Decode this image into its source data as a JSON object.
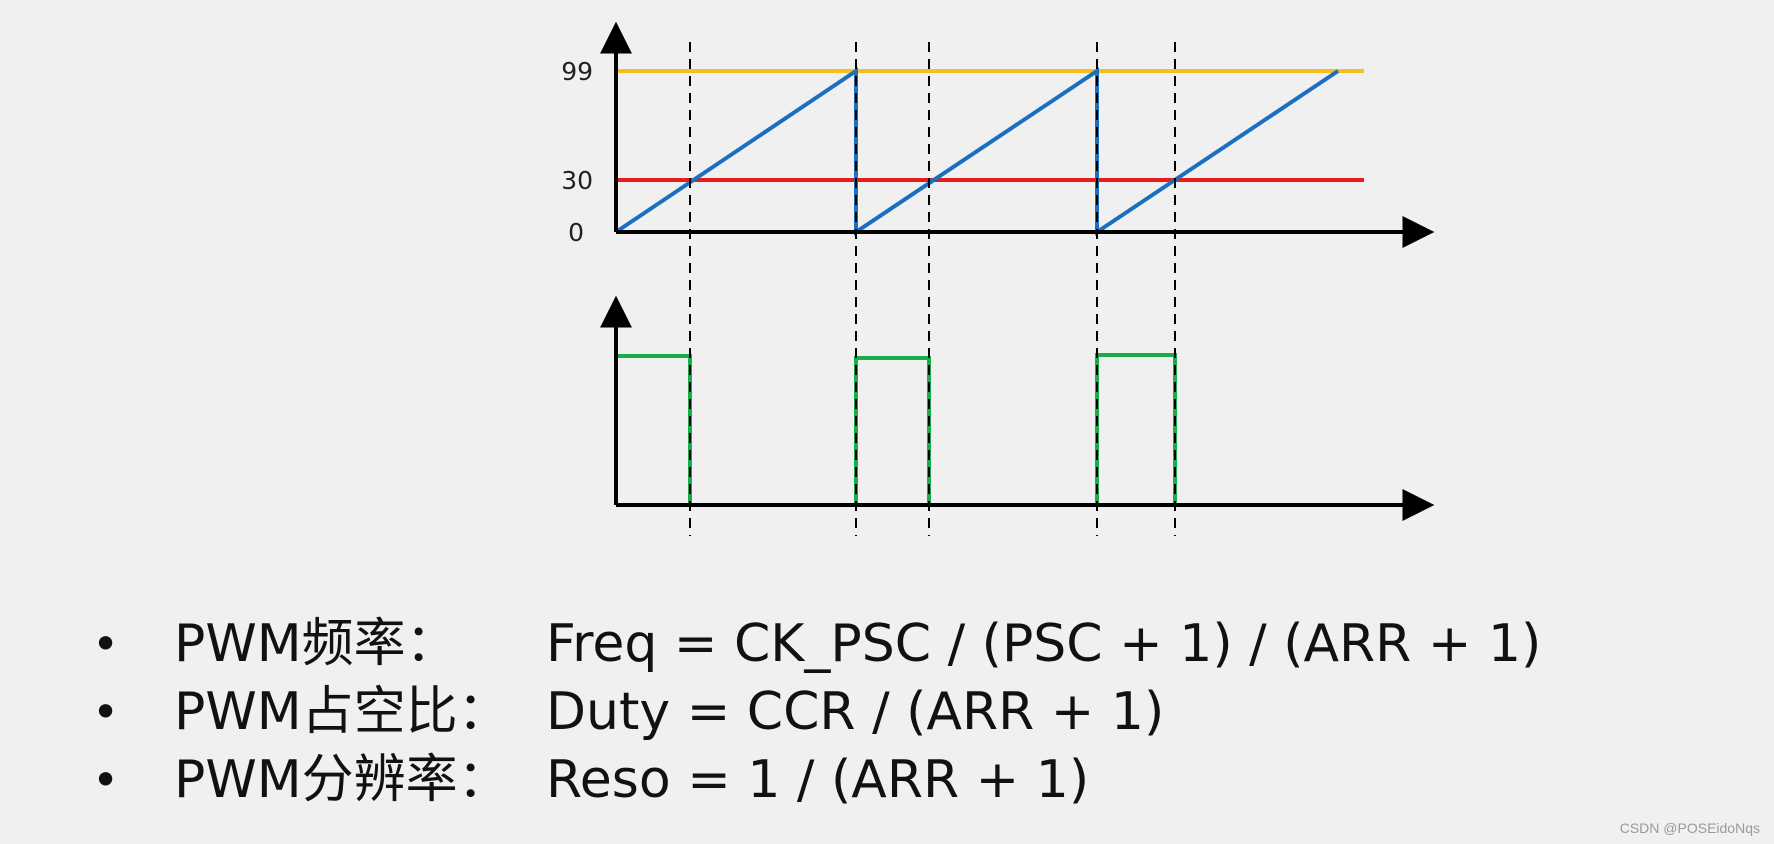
{
  "diagram": {
    "top_plot": {
      "tick_labels": [
        "99",
        "30",
        "0"
      ],
      "arr_value": 99,
      "ccr_value": 30,
      "zero_value": 0
    },
    "colors": {
      "arr_line": "#f6be1e",
      "ccr_line": "#e81c1c",
      "counter": "#1a6fbe",
      "pwm": "#1aac4b",
      "axis": "#000000",
      "guide": "#000000"
    }
  },
  "formulas": [
    {
      "label": "PWM频率：",
      "expr": "Freq = CK_PSC / (PSC + 1) / (ARR + 1)"
    },
    {
      "label": "PWM占空比：",
      "expr": "Duty = CCR / (ARR + 1)"
    },
    {
      "label": "PWM分辨率：",
      "expr": "Reso = 1 / (ARR + 1)"
    }
  ],
  "watermark": "CSDN @POSEidoNqs"
}
